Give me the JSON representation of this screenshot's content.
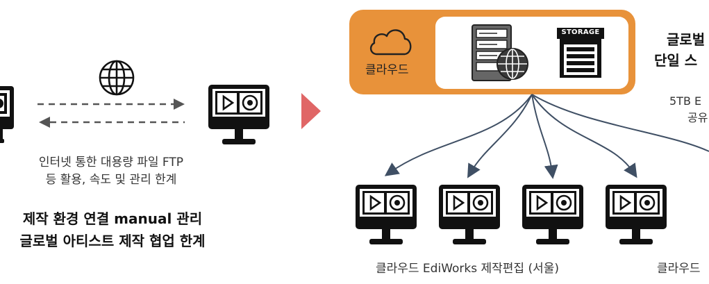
{
  "left": {
    "caption_line1": "인터넷 통한 대용량 파일 FTP",
    "caption_line2": "등 활용, 속도 및 관리 한계",
    "headline_line1": "제작 환경 연결 manual 관리",
    "headline_line2": "글로벌 아티스트 제작 협업 한계"
  },
  "cloud": {
    "label": "클라우드",
    "storage_label": "STORAGE"
  },
  "right": {
    "title_line1": "글로벌",
    "title_line2": "단일 스",
    "sub_line1": "5TB E",
    "sub_line2": "공유",
    "caption_main": "클라우드 EdiWorks 제작편집 (서울)",
    "caption_cut": "클라우드"
  },
  "colors": {
    "accent_orange": "#e8923a",
    "arrow_red": "#e06666",
    "connector": "#3f4f64",
    "icon": "#111111"
  }
}
